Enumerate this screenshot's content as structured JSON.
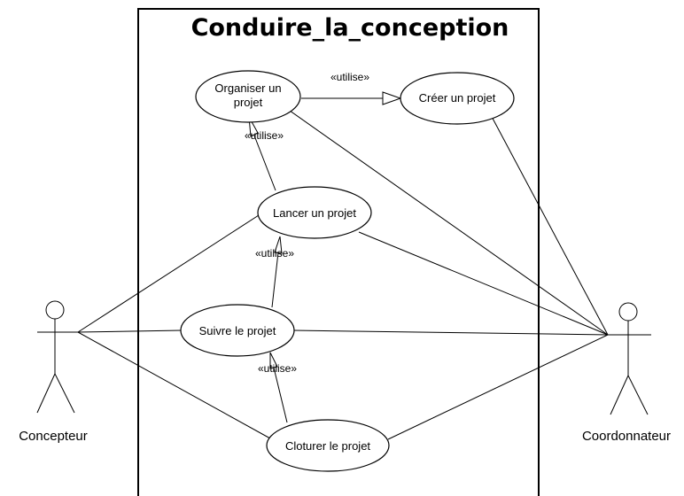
{
  "system": {
    "title": "Conduire_la_conception"
  },
  "use_cases": {
    "organiser": [
      "Organiser un",
      "projet"
    ],
    "creer": "Créer un projet",
    "lancer": "Lancer un projet",
    "suivre": "Suivre le projet",
    "cloturer": "Cloturer le projet"
  },
  "relations": {
    "organiser_creer": "«utilise»",
    "lancer_organiser": "«utilise»",
    "suivre_lancer": "«utilise»",
    "cloturer_suivre": "«utilise»"
  },
  "actors": {
    "concepteur": "Concepteur",
    "coordonnateur": "Coordonnateur"
  }
}
